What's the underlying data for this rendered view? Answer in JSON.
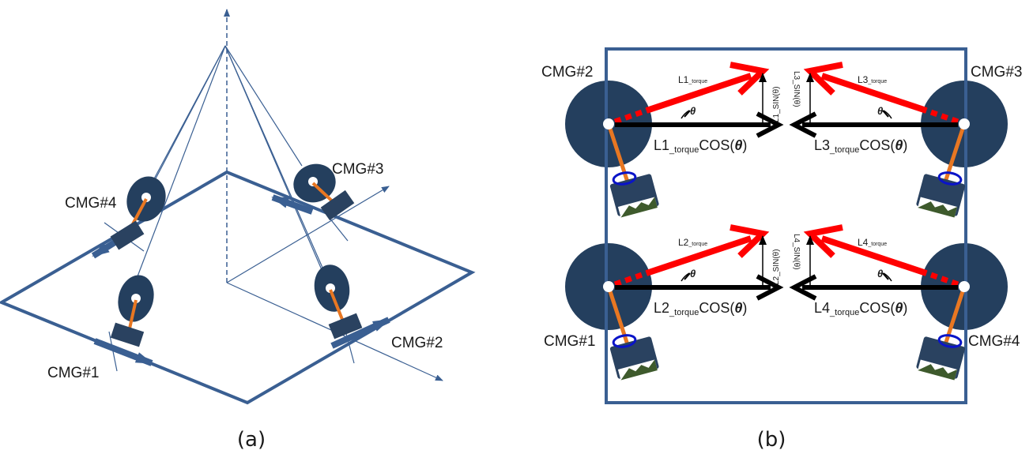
{
  "panel_a": {
    "caption": "(a)",
    "cmg1": "CMG#1",
    "cmg2": "CMG#2",
    "cmg3": "CMG#3",
    "cmg4": "CMG#4"
  },
  "panel_b": {
    "caption": "(b)",
    "cmg1": "CMG#1",
    "cmg2": "CMG#2",
    "cmg3": "CMG#3",
    "cmg4": "CMG#4",
    "theta": "θ",
    "q1": {
      "torque_base": "L1",
      "torque_sub": "_torque",
      "cos_base": "L1",
      "cos_sub": "_torque",
      "cos_tail": "COS(",
      "cos_theta": "θ",
      "cos_close": ")",
      "sin": "L1_SIN(θ)"
    },
    "q2": {
      "torque_base": "L2",
      "torque_sub": "_torque",
      "cos_base": "L2",
      "cos_sub": "_torque",
      "cos_tail": "COS(",
      "cos_theta": "θ",
      "cos_close": ")",
      "sin": "L2_SIN(θ)"
    },
    "q3": {
      "torque_base": "L3",
      "torque_sub": "_torque",
      "cos_base": "L3",
      "cos_sub": "_torque",
      "cos_tail": "COS(",
      "cos_theta": "θ",
      "cos_close": ")",
      "sin": "L3_SIN(θ)"
    },
    "q4": {
      "torque_base": "L4",
      "torque_sub": "_torque",
      "cos_base": "L4",
      "cos_sub": "_torque",
      "cos_tail": "COS(",
      "cos_theta": "θ",
      "cos_close": ")",
      "sin": "L4_SIN(θ)"
    }
  },
  "colors": {
    "frame": "#3a5f92",
    "disk": "#243f5e",
    "rod": "#e87722",
    "torque": "#ff0000",
    "base": "#2a4260",
    "ring": "#0a14c8",
    "green": "#3e5a2c"
  }
}
